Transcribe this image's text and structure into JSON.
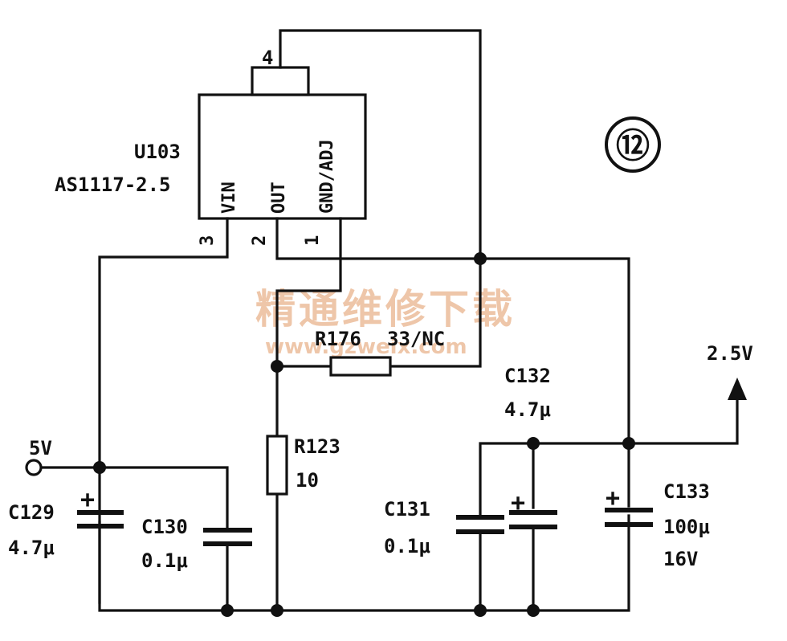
{
  "figure_number": "⑫",
  "ic": {
    "ref": "U103",
    "part": "AS1117-2.5",
    "pin_vin": "VIN",
    "pin_out": "OUT",
    "pin_gnd": "GND/ADJ",
    "pin_num_1": "1",
    "pin_num_2": "2",
    "pin_num_3": "3",
    "pin_num_4": "4"
  },
  "input": {
    "label": "5V"
  },
  "output": {
    "label": "2.5V"
  },
  "components": {
    "c129": {
      "ref": "C129",
      "value": "4.7μ"
    },
    "c130": {
      "ref": "C130",
      "value": "0.1μ"
    },
    "r123": {
      "ref": "R123",
      "value": "10"
    },
    "r176": {
      "ref": "R176",
      "value": "33/NC"
    },
    "c131": {
      "ref": "C131",
      "value": "0.1μ"
    },
    "c132": {
      "ref": "C132",
      "value": "4.7μ"
    },
    "c133": {
      "ref": "C133",
      "value": "100μ",
      "voltage": "16V"
    }
  },
  "polarity_mark": "+",
  "watermark": {
    "text": "精通维修下载",
    "url": "www.gzweix.com"
  }
}
